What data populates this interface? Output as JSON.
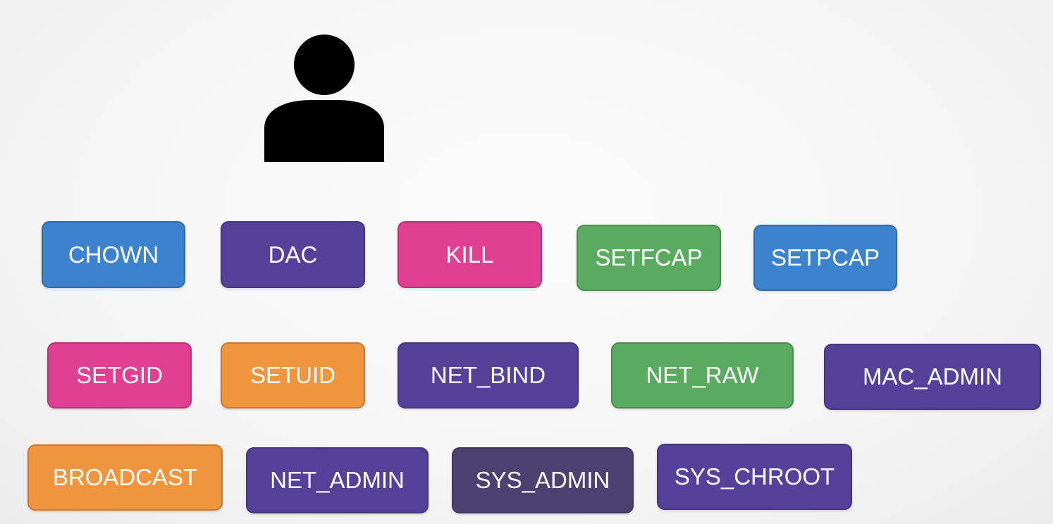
{
  "colors": {
    "blue": "#3d82cc",
    "purple": "#55409a",
    "pink": "#e03f92",
    "green": "#5aab5f",
    "orange": "#ef953e",
    "slate": "#4b4272",
    "icon": "#000000"
  },
  "user": {
    "icon": "user-icon"
  },
  "capabilities": [
    {
      "label": "CHOWN",
      "color": "#3d82cc"
    },
    {
      "label": "DAC",
      "color": "#55409a"
    },
    {
      "label": "KILL",
      "color": "#e03f92"
    },
    {
      "label": "SETFCAP",
      "color": "#5aab5f"
    },
    {
      "label": "SETPCAP",
      "color": "#3d82cc"
    },
    {
      "label": "SETGID",
      "color": "#e03f92"
    },
    {
      "label": "SETUID",
      "color": "#ef953e"
    },
    {
      "label": "NET_BIND",
      "color": "#55409a"
    },
    {
      "label": "NET_RAW",
      "color": "#5aab5f"
    },
    {
      "label": "MAC_ADMIN",
      "color": "#55409a"
    },
    {
      "label": "BROADCAST",
      "color": "#ef953e"
    },
    {
      "label": "NET_ADMIN",
      "color": "#55409a"
    },
    {
      "label": "SYS_ADMIN",
      "color": "#4b4272"
    },
    {
      "label": "SYS_CHROOT",
      "color": "#55409a"
    }
  ]
}
